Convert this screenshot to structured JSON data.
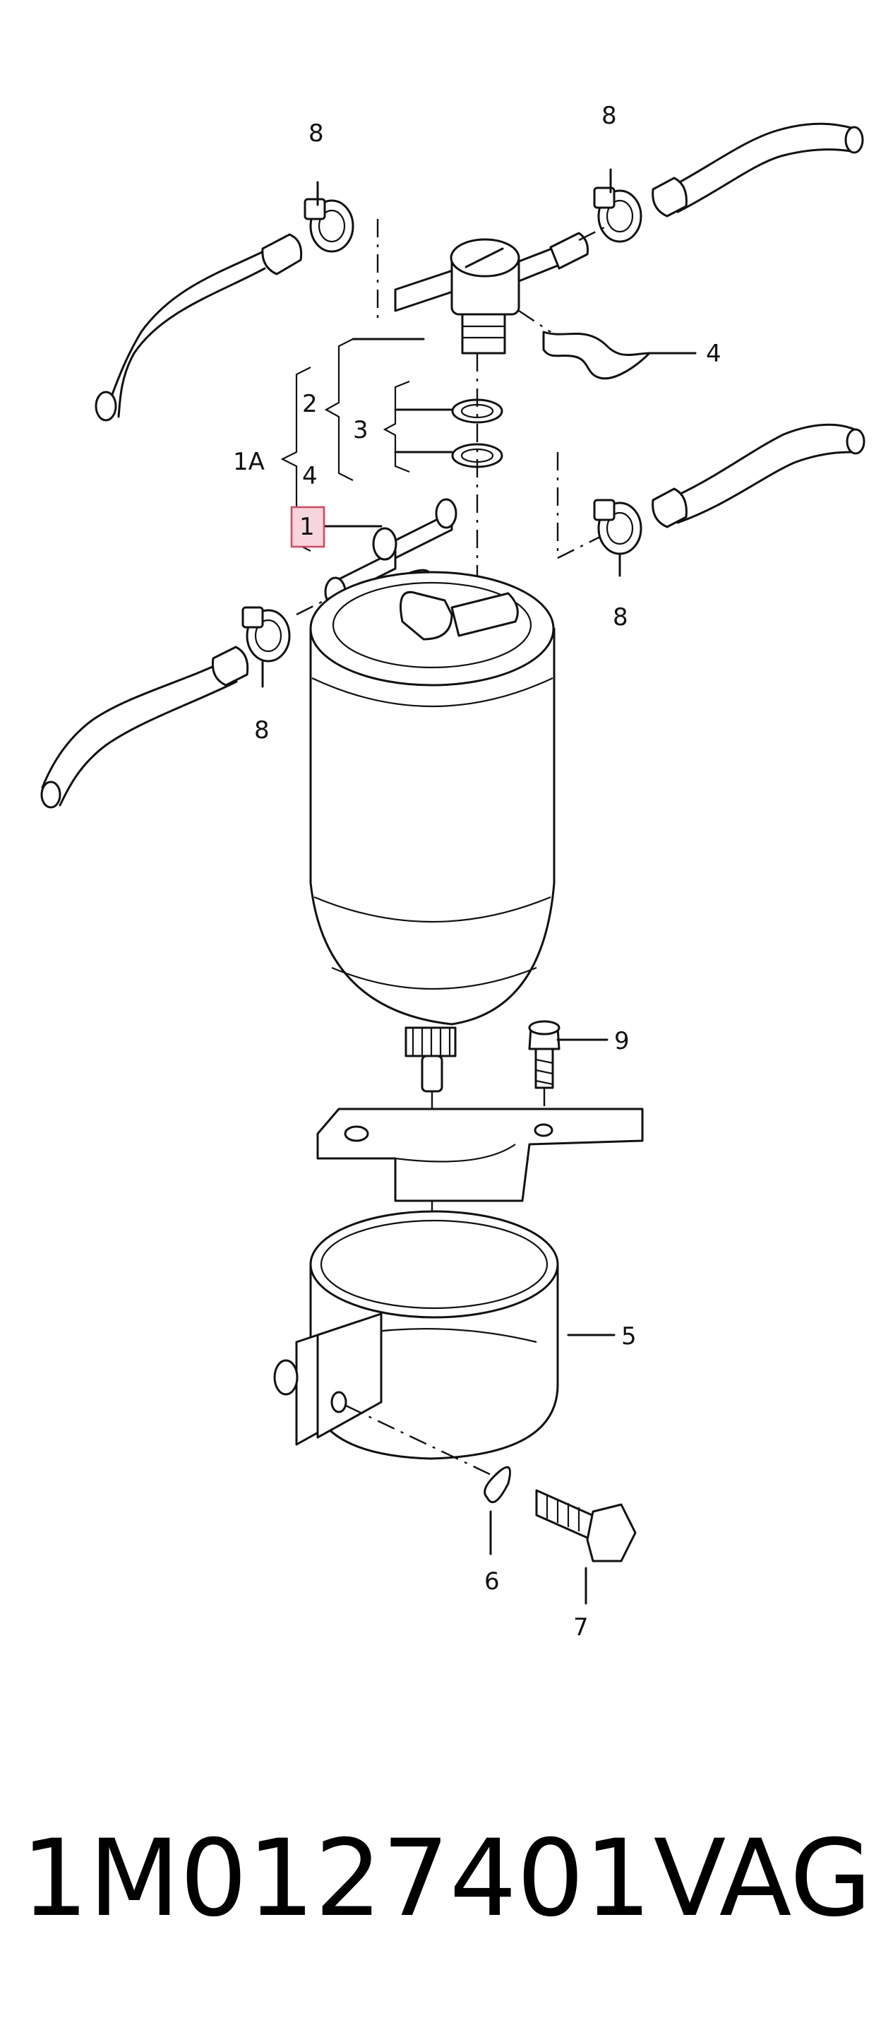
{
  "diagram": {
    "callouts": {
      "c1": "1",
      "c1a": "1A",
      "c2": "2",
      "c3": "3",
      "c4_top": "4",
      "c4_left": "4",
      "c5": "5",
      "c6": "6",
      "c7": "7",
      "c8_top_left": "8",
      "c8_top_right": "8",
      "c8_right": "8",
      "c8_left": "8",
      "c9": "9"
    },
    "highlight_color": "#f6d6dc"
  },
  "footer": {
    "part_number": "1M0127401",
    "brand": "VAG"
  }
}
